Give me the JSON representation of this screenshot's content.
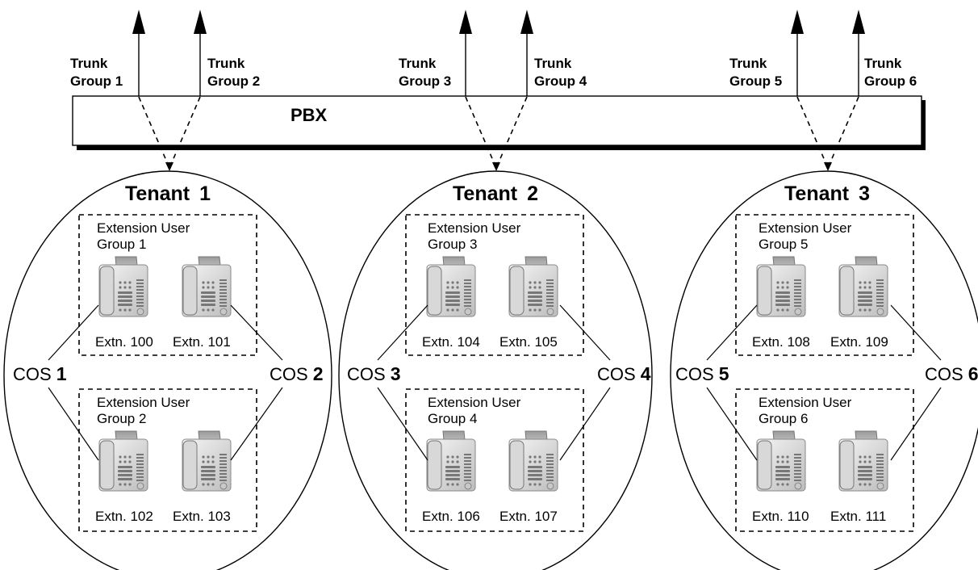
{
  "pbx": {
    "label": "PBX"
  },
  "trunk_groups": [
    {
      "line1": "Trunk",
      "line2": "Group 1"
    },
    {
      "line1": "Trunk",
      "line2": "Group 2"
    },
    {
      "line1": "Trunk",
      "line2": "Group 3"
    },
    {
      "line1": "Trunk",
      "line2": "Group 4"
    },
    {
      "line1": "Trunk",
      "line2": "Group 5"
    },
    {
      "line1": "Trunk",
      "line2": "Group 6"
    }
  ],
  "tenants": [
    {
      "label_word": "Tenant",
      "label_num": "1",
      "groups": [
        {
          "line1": "Extension User",
          "line2": "Group 1",
          "extensions": [
            "Extn. 100",
            "Extn. 101"
          ]
        },
        {
          "line1": "Extension User",
          "line2": "Group 2",
          "extensions": [
            "Extn. 102",
            "Extn. 103"
          ]
        }
      ],
      "cos": [
        {
          "prefix": "COS",
          "num": "1"
        },
        {
          "prefix": "COS",
          "num": "2"
        }
      ]
    },
    {
      "label_word": "Tenant",
      "label_num": "2",
      "groups": [
        {
          "line1": "Extension User",
          "line2": "Group 3",
          "extensions": [
            "Extn. 104",
            "Extn. 105"
          ]
        },
        {
          "line1": "Extension User",
          "line2": "Group 4",
          "extensions": [
            "Extn. 106",
            "Extn. 107"
          ]
        }
      ],
      "cos": [
        {
          "prefix": "COS",
          "num": "3"
        },
        {
          "prefix": "COS",
          "num": "4"
        }
      ]
    },
    {
      "label_word": "Tenant",
      "label_num": "3",
      "groups": [
        {
          "line1": "Extension User",
          "line2": "Group 5",
          "extensions": [
            "Extn. 108",
            "Extn. 109"
          ]
        },
        {
          "line1": "Extension User",
          "line2": "Group 6",
          "extensions": [
            "Extn. 110",
            "Extn. 111"
          ]
        }
      ],
      "cos": [
        {
          "prefix": "COS",
          "num": "5"
        },
        {
          "prefix": "COS",
          "num": "6"
        }
      ]
    }
  ]
}
